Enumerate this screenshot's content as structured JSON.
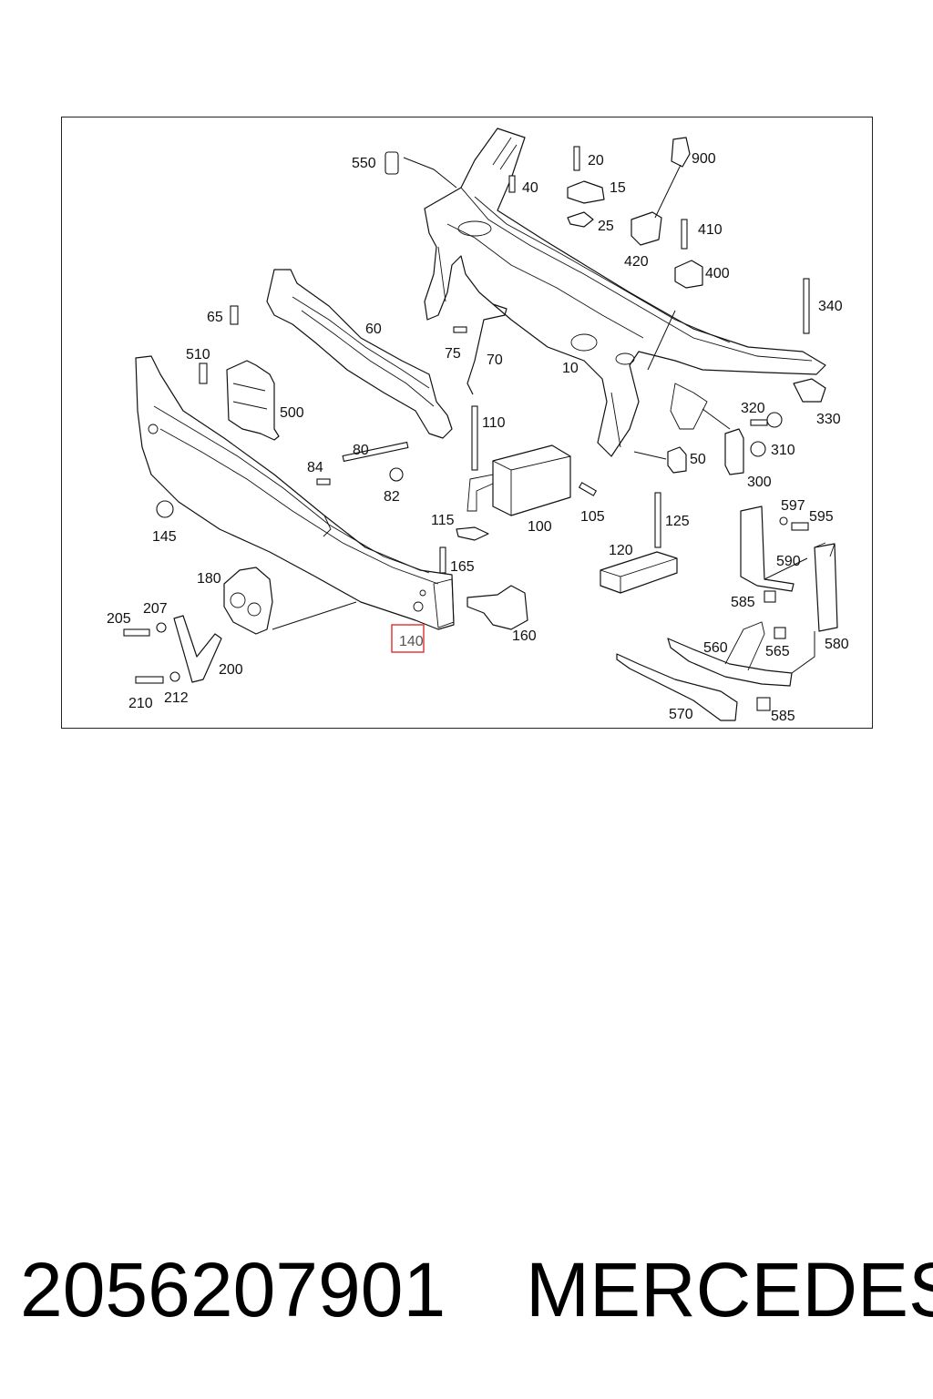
{
  "footer": {
    "part_number": "2056207901",
    "brand": "MERCEDES"
  },
  "diagram": {
    "highlighted_callout": "140",
    "highlight_color": "#e23b3b",
    "callouts": {
      "c550": "550",
      "c20": "20",
      "c900": "900",
      "c40": "40",
      "c15": "15",
      "c25": "25",
      "c410": "410",
      "c420": "420",
      "c400": "400",
      "c340": "340",
      "c65": "65",
      "c60": "60",
      "c75": "75",
      "c70": "70",
      "c10": "10",
      "c510": "510",
      "c500": "500",
      "c320": "320",
      "c330": "330",
      "c310": "310",
      "c110": "110",
      "c80": "80",
      "c84": "84",
      "c82": "82",
      "c50": "50",
      "c300": "300",
      "c145": "145",
      "c115": "115",
      "c100": "100",
      "c105": "105",
      "c125": "125",
      "c597": "597",
      "c595": "595",
      "c165": "165",
      "c120": "120",
      "c590": "590",
      "c180": "180",
      "c585a": "585",
      "c207": "207",
      "c205": "205",
      "c160": "160",
      "c140": "140",
      "c580": "580",
      "c560": "560",
      "c565": "565",
      "c200": "200",
      "c210": "210",
      "c212": "212",
      "c570": "570",
      "c585b": "585"
    }
  }
}
